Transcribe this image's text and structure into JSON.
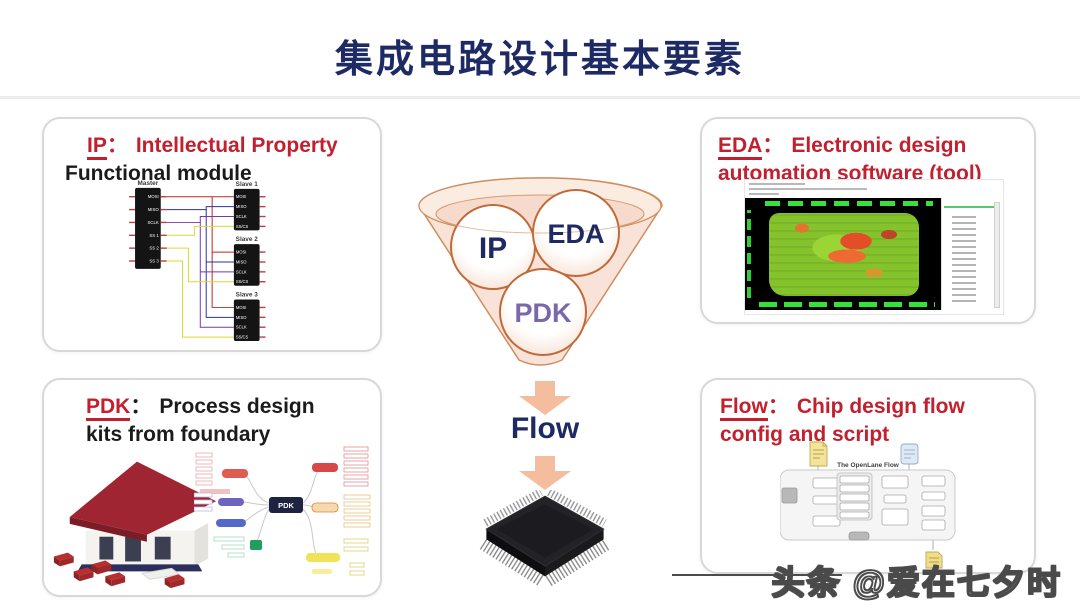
{
  "slide": {
    "title": "集成电路设计基本要素",
    "watermark": "头条 @爱在七夕时"
  },
  "ip_box": {
    "term": "IP",
    "colon": "：",
    "heading": "Intellectual Property",
    "subheading": "Functional module",
    "diagram": {
      "master_label": "Master",
      "master_pins": [
        "MOSI",
        "MISO",
        "SCLK",
        "SS 1",
        "SS 2",
        "SS 3"
      ],
      "slave_labels": [
        "Slave 1",
        "Slave 2",
        "Slave 3"
      ],
      "slave_pins": [
        "MOSI",
        "MISO",
        "SCLK",
        "SS/CS"
      ]
    }
  },
  "eda_box": {
    "term": "EDA",
    "colon": "：",
    "heading_line1": "Electronic design",
    "heading_line2": "automation software (tool)"
  },
  "pdk_box": {
    "term": "PDK",
    "colon": "：",
    "heading_line1": "Process design",
    "heading_line2": "kits from foundary",
    "mindmap_center_label": "PDK"
  },
  "flow_box": {
    "term": "Flow",
    "colon": "：",
    "heading_line1": "Chip design flow",
    "heading_line2": "config and script",
    "flowchart_title": "The OpenLane Flow"
  },
  "funnel": {
    "circle_labels": [
      "IP",
      "EDA",
      "PDK"
    ],
    "result_label": "Flow"
  },
  "colors": {
    "title_navy": "#1e2a63",
    "heading_red": "#c2202e",
    "funnel_fill": "#f9e3d8",
    "funnel_stroke": "#cf8d5f",
    "arrow_salmon": "#f4bd9e",
    "pdk_text_purple": "#7a68a8"
  }
}
